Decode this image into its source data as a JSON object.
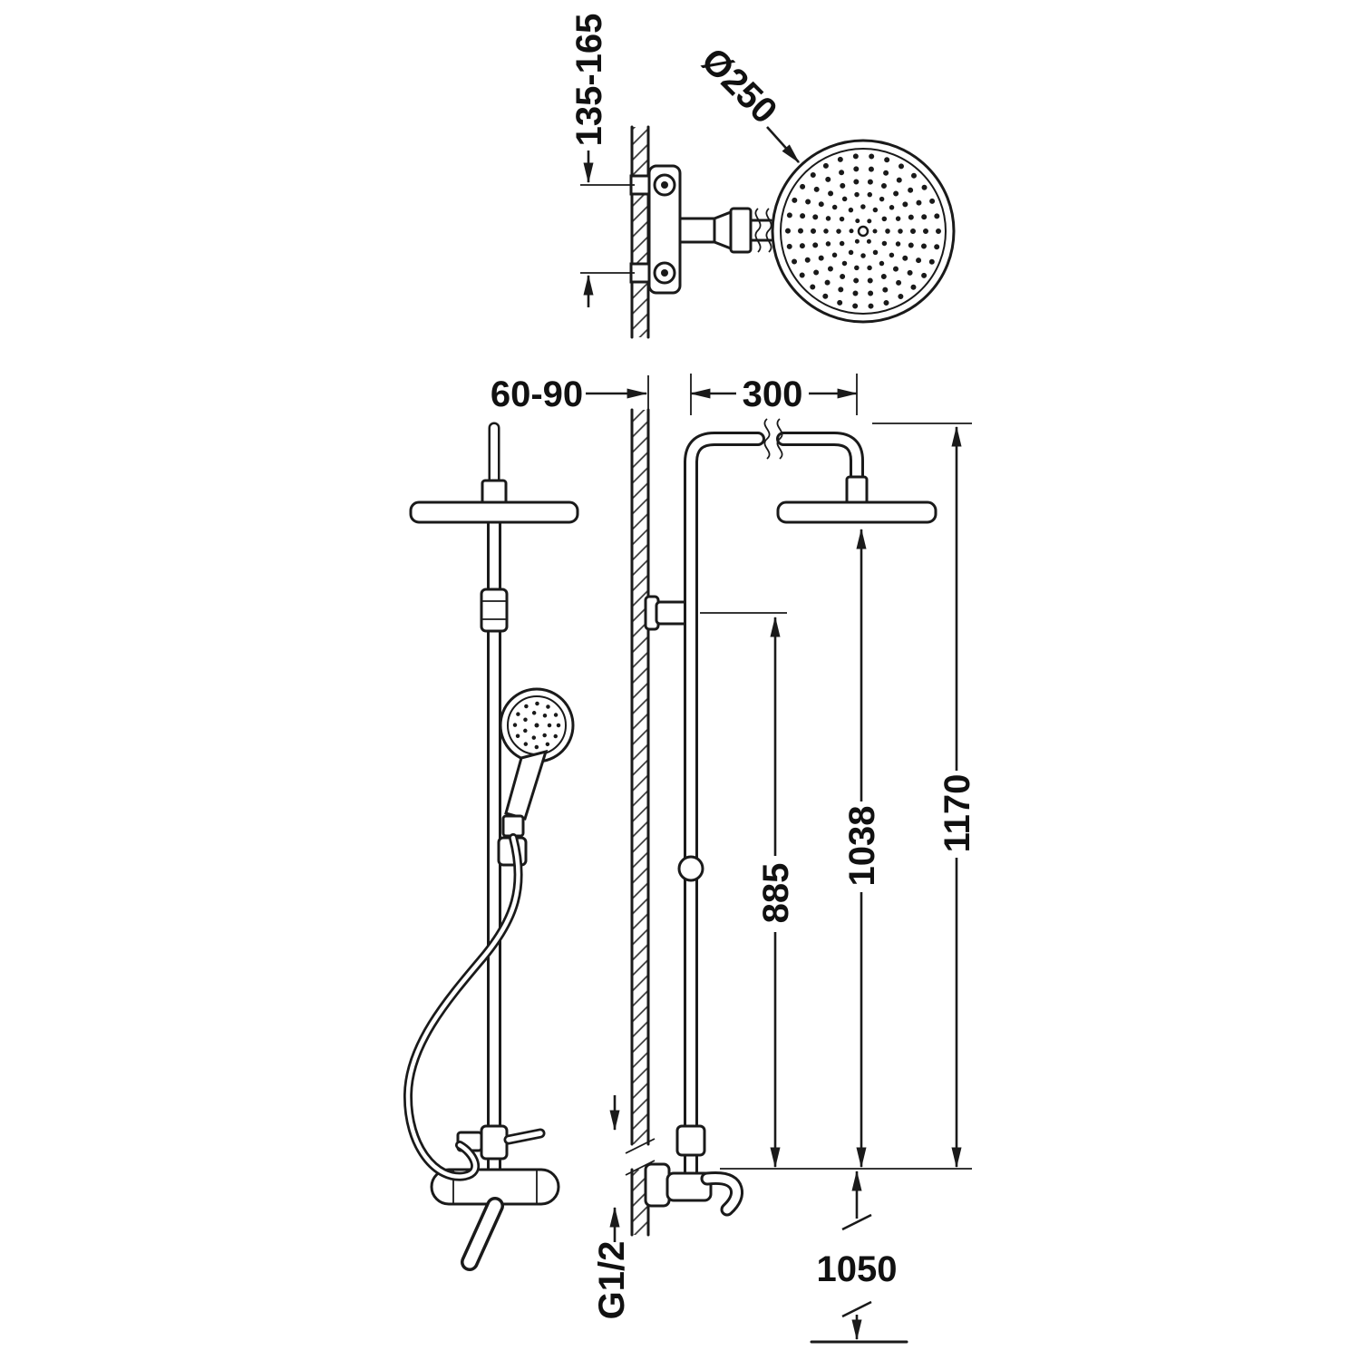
{
  "colors": {
    "line": "#1a1a1a",
    "background": "#ffffff"
  },
  "dimensions": {
    "wall_fixing_spacing": "135-165",
    "head_diameter": "Ø250",
    "wall_clearance": "60-90",
    "arm_projection": "300",
    "bracket_height": "885",
    "head_height": "1038",
    "total_height": "1170",
    "riser_height": "1050",
    "inlet_thread": "G1/2"
  }
}
